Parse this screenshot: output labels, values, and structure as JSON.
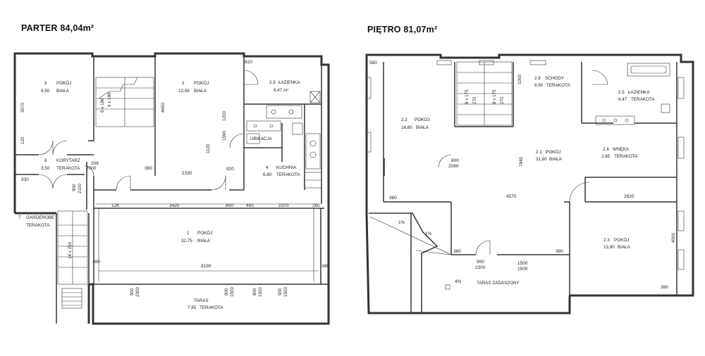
{
  "titles": {
    "ground": "PARTER 84,04m²",
    "first": "PIĘTRO 81,07m²"
  },
  "ground_floor": {
    "rooms": [
      {
        "num": "3",
        "name": "POKÓJ",
        "area": "9,50",
        "finish": "BIAŁA"
      },
      {
        "num": "2",
        "name": "POKÓJ",
        "area": "13,56",
        "finish": "BIAŁA"
      },
      {
        "num": "2.9",
        "name": "ŁAZIENKA",
        "area": "6,47 m²",
        "finish": ""
      },
      {
        "num": "8",
        "name": "KORYTARZ",
        "area": "3,50",
        "finish": "TERAKOTA"
      },
      {
        "num": "4",
        "name": "KUCHNIA",
        "area": "6,80",
        "finish": "TERAKOTA"
      },
      {
        "num": "1",
        "name": "POKÓJ",
        "area": "32,75",
        "finish": "BIAŁA"
      },
      {
        "num": "7",
        "name": "GARDEROBE",
        "area": "",
        "finish": "TERAKOTA"
      },
      {
        "num": "",
        "name": "TARAS",
        "area": "7,85",
        "finish": "TERAKOTA"
      }
    ],
    "labels": {
      "ubikacja": "UBIKACJA",
      "stairs_1": "6 x 196",
      "stairs_2": "6 x 196",
      "stairs_3": "14 x 250"
    },
    "dims": {
      "d3570": "3570",
      "d120": "120",
      "d330": "330",
      "d4650": "4650",
      "d820": "820",
      "d1200": "1200",
      "d1590": "1590",
      "d1100": "1100",
      "d380a": "380",
      "d2330": "2330",
      "d920": "920",
      "d12k": "12K",
      "d3420": "3420",
      "d800": "800",
      "d450": "450",
      "d2370": "2370",
      "d260": "260",
      "d8190": "8190",
      "d380b": "380",
      "d380c": "380",
      "d208": "208",
      "d2000": "2000",
      "d900": "900",
      "d2100": "2100",
      "t1": "900",
      "t2": "2300",
      "t3": "800",
      "t4": "1500",
      "t5": "800",
      "t6": "1500",
      "t7": "900",
      "t8": "1500"
    }
  },
  "first_floor": {
    "rooms": [
      {
        "num": "2.2",
        "name": "POKÓJ",
        "area": "16,80",
        "finish": "BIAŁA"
      },
      {
        "num": "2.8",
        "name": "SCHODY",
        "area": "9,90",
        "finish": "TERAKOTA"
      },
      {
        "num": "2.5",
        "name": "ŁAZIENKA",
        "area": "6,47",
        "finish": "TERAKOTA"
      },
      {
        "num": "2.1",
        "name": "POKÓJ",
        "area": "31,60",
        "finish": "BIAŁA"
      },
      {
        "num": "2.4",
        "name": "WNĘKA",
        "area": "2,65",
        "finish": "TERAKOTA"
      },
      {
        "num": "2.3",
        "name": "POKÓJ",
        "area": "13,90",
        "finish": "BIAŁA"
      }
    ],
    "labels": {
      "taras_zadaszony": "TARAS ZADASZONY",
      "slope1": "1%",
      "slope2": "1%",
      "slope3": "4%",
      "stairs_1": "8 x 175",
      "stairs_2": "8 x 175",
      "stairs_3": "270",
      "stairs_4": "270"
    },
    "dims": {
      "d580": "580",
      "d1000": "1000",
      "d7840": "7840",
      "d4570": "4570",
      "d2820": "2820",
      "d4000": "4000",
      "d380a": "380",
      "d380b": "380",
      "d380c": "380",
      "d380d": "380",
      "d800": "800",
      "d2090": "2090",
      "d900": "900",
      "d2300": "2300",
      "d1500a": "1500",
      "d1500b": "1500"
    }
  }
}
